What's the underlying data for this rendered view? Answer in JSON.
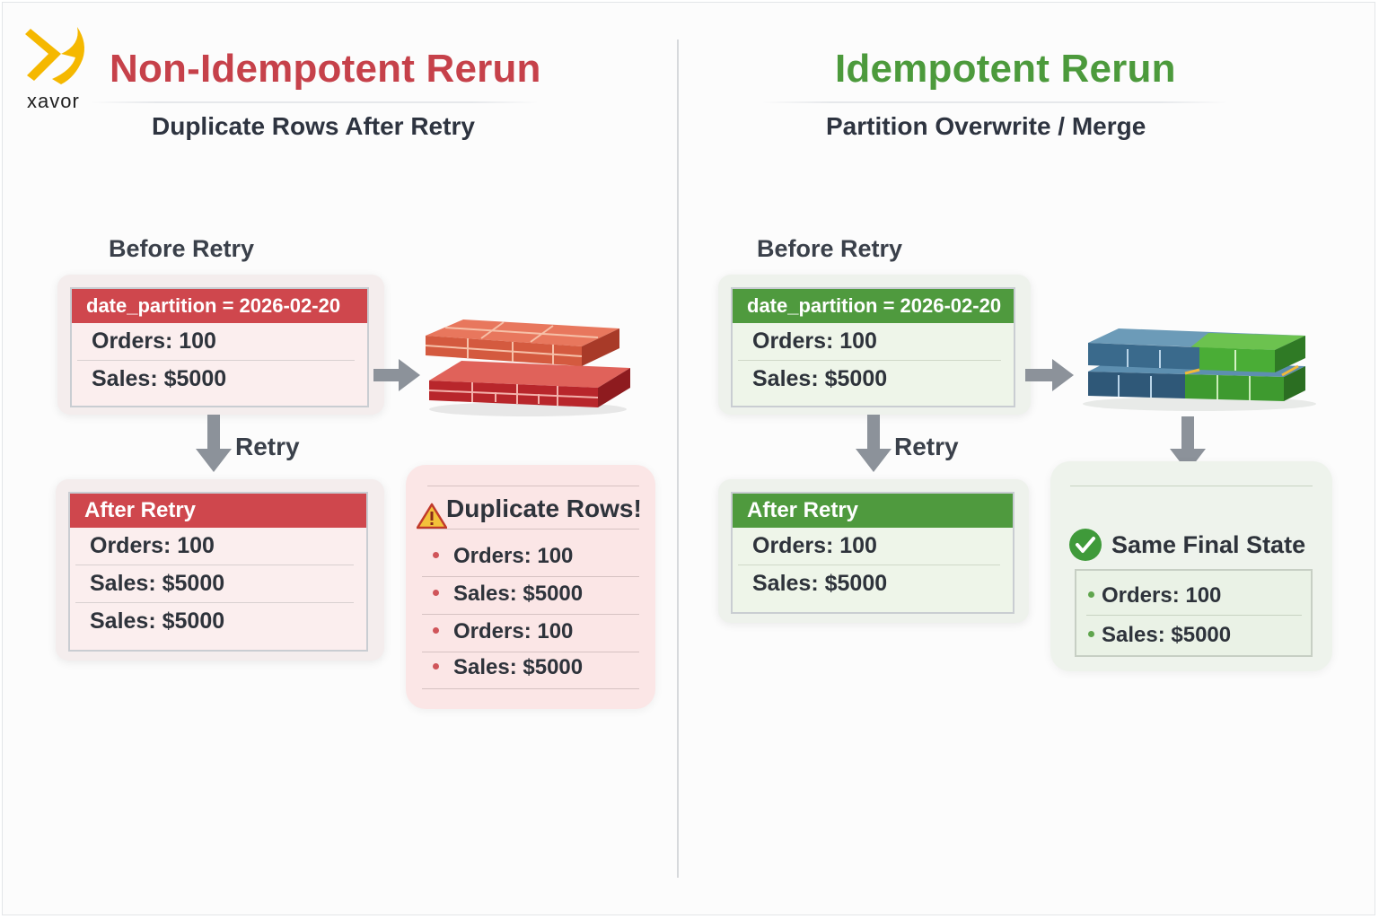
{
  "brand": {
    "name": "xavor",
    "accent": "#f5b800"
  },
  "colors": {
    "red": "#cf474d",
    "green": "#4f9a3e",
    "arrow": "#8c929a"
  },
  "left": {
    "title": "Non-Idempotent Rerun",
    "subtitle": "Duplicate Rows After Retry",
    "before_label": "Before Retry",
    "before_card": {
      "header": "date_partition = 2026-02-20",
      "rows": [
        "Orders: 100",
        "Sales: $5000"
      ]
    },
    "retry_label": "Retry",
    "after_card": {
      "header": "After Retry",
      "rows": [
        "Orders: 100",
        "Sales: $5000",
        "Sales: $5000"
      ]
    },
    "duplicate_panel": {
      "title": "Duplicate Rows!",
      "icon": "warning-icon",
      "items": [
        "Orders: 100",
        "Sales: $5000",
        "Orders: 100",
        "Sales: $5000"
      ]
    }
  },
  "right": {
    "title": "Idempotent Rerun",
    "subtitle": "Partition Overwrite / Merge",
    "before_label": "Before Retry",
    "before_card": {
      "header": "date_partition = 2026-02-20",
      "rows": [
        "Orders: 100",
        "Sales: $5000"
      ]
    },
    "retry_label": "Retry",
    "after_card": {
      "header": "After Retry",
      "rows": [
        "Orders: 100",
        "Sales: $5000"
      ]
    },
    "final_panel": {
      "title": "Same Final State",
      "icon": "check-circle-icon",
      "items": [
        "Orders: 100",
        "Sales: $5000"
      ]
    }
  }
}
